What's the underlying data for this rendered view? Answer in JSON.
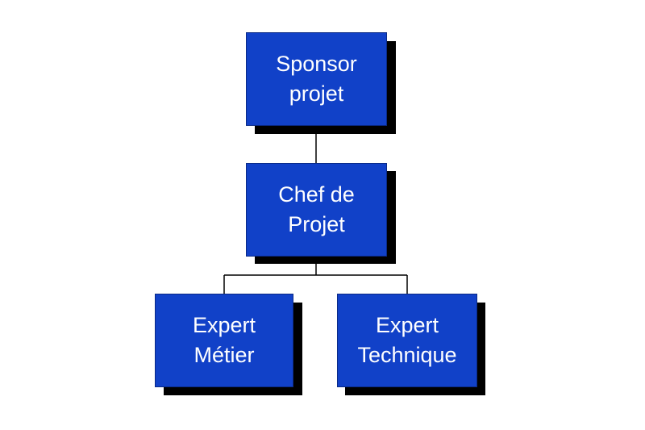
{
  "org_chart": {
    "colors": {
      "node_fill": "#1141c8",
      "node_text": "#ffffff",
      "shadow": "#000000",
      "connector": "#000000"
    },
    "nodes": [
      {
        "id": "sponsor",
        "line1": "Sponsor",
        "line2": "projet"
      },
      {
        "id": "chef",
        "line1": "Chef de",
        "line2": "Projet"
      },
      {
        "id": "metier",
        "line1": "Expert",
        "line2": "Métier"
      },
      {
        "id": "technique",
        "line1": "Expert",
        "line2": "Technique"
      }
    ],
    "edges": [
      {
        "from": "sponsor",
        "to": "chef"
      },
      {
        "from": "chef",
        "to": "metier"
      },
      {
        "from": "chef",
        "to": "technique"
      }
    ]
  }
}
